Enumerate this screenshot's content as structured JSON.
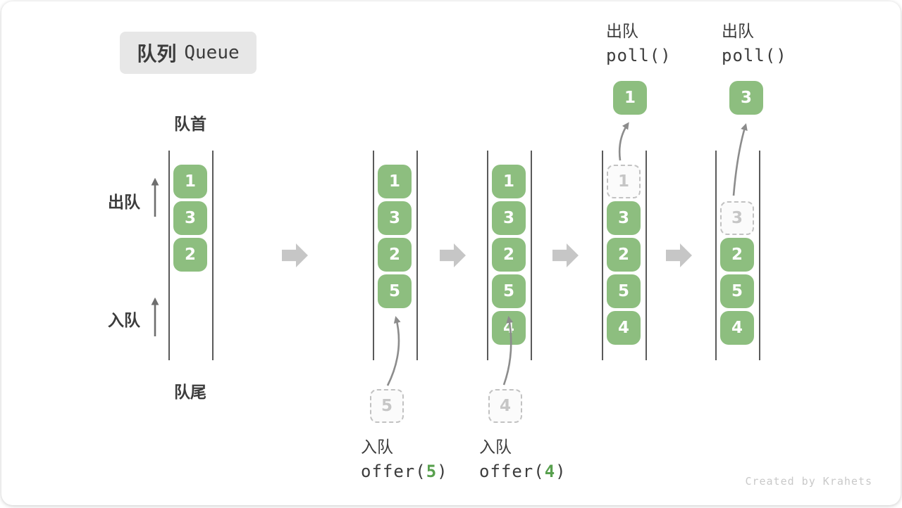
{
  "title": {
    "zh": "队列",
    "en": "Queue"
  },
  "labels": {
    "front": "队首",
    "rear": "队尾",
    "dequeue_side": "出队",
    "enqueue_side": "入队"
  },
  "queues": [
    {
      "cells": [
        {
          "slot": 1,
          "value": "1"
        },
        {
          "slot": 2,
          "value": "3"
        },
        {
          "slot": 3,
          "value": "2"
        }
      ]
    },
    {
      "cells": [
        {
          "slot": 1,
          "value": "1"
        },
        {
          "slot": 2,
          "value": "3"
        },
        {
          "slot": 3,
          "value": "2"
        },
        {
          "slot": 4,
          "value": "5"
        }
      ]
    },
    {
      "cells": [
        {
          "slot": 1,
          "value": "1"
        },
        {
          "slot": 2,
          "value": "3"
        },
        {
          "slot": 3,
          "value": "2"
        },
        {
          "slot": 4,
          "value": "5"
        },
        {
          "slot": 5,
          "value": "4"
        }
      ]
    },
    {
      "cells": [
        {
          "slot": 1,
          "value": "1",
          "ghost": true
        },
        {
          "slot": 2,
          "value": "3"
        },
        {
          "slot": 3,
          "value": "2"
        },
        {
          "slot": 4,
          "value": "5"
        },
        {
          "slot": 5,
          "value": "4"
        }
      ]
    },
    {
      "cells": [
        {
          "slot": 2,
          "value": "3",
          "ghost": true
        },
        {
          "slot": 3,
          "value": "2"
        },
        {
          "slot": 4,
          "value": "5"
        },
        {
          "slot": 5,
          "value": "4"
        }
      ]
    }
  ],
  "operations": [
    {
      "type": "enqueue",
      "label": "入队",
      "code": [
        "offer(",
        "5",
        ")"
      ],
      "staged_value": "5"
    },
    {
      "type": "enqueue",
      "label": "入队",
      "code": [
        "offer(",
        "4",
        ")"
      ],
      "staged_value": "4"
    },
    {
      "type": "dequeue",
      "label": "出队",
      "code": [
        "poll()"
      ],
      "removed_value": "1"
    },
    {
      "type": "dequeue",
      "label": "出队",
      "code": [
        "poll()"
      ],
      "removed_value": "3"
    }
  ],
  "icons": {
    "state_transition": "right-block-arrow",
    "flow_direction": "up-arrow",
    "element_move": "curved-arrow"
  },
  "watermark": "Created by Krahets",
  "colors": {
    "box_green": "#8DBE7F",
    "accent_green": "#58A04E",
    "text_dark": "#3C3C3C",
    "line": "#5A5A5A",
    "block_arrow": "#C6C6C6",
    "curve_arrow": "#8C8C8C",
    "dashed_border": "#C2C2C2",
    "dashed_text": "#C6C6C6",
    "title_bg": "#E7E7E7",
    "watermark": "#C9C9C9"
  }
}
